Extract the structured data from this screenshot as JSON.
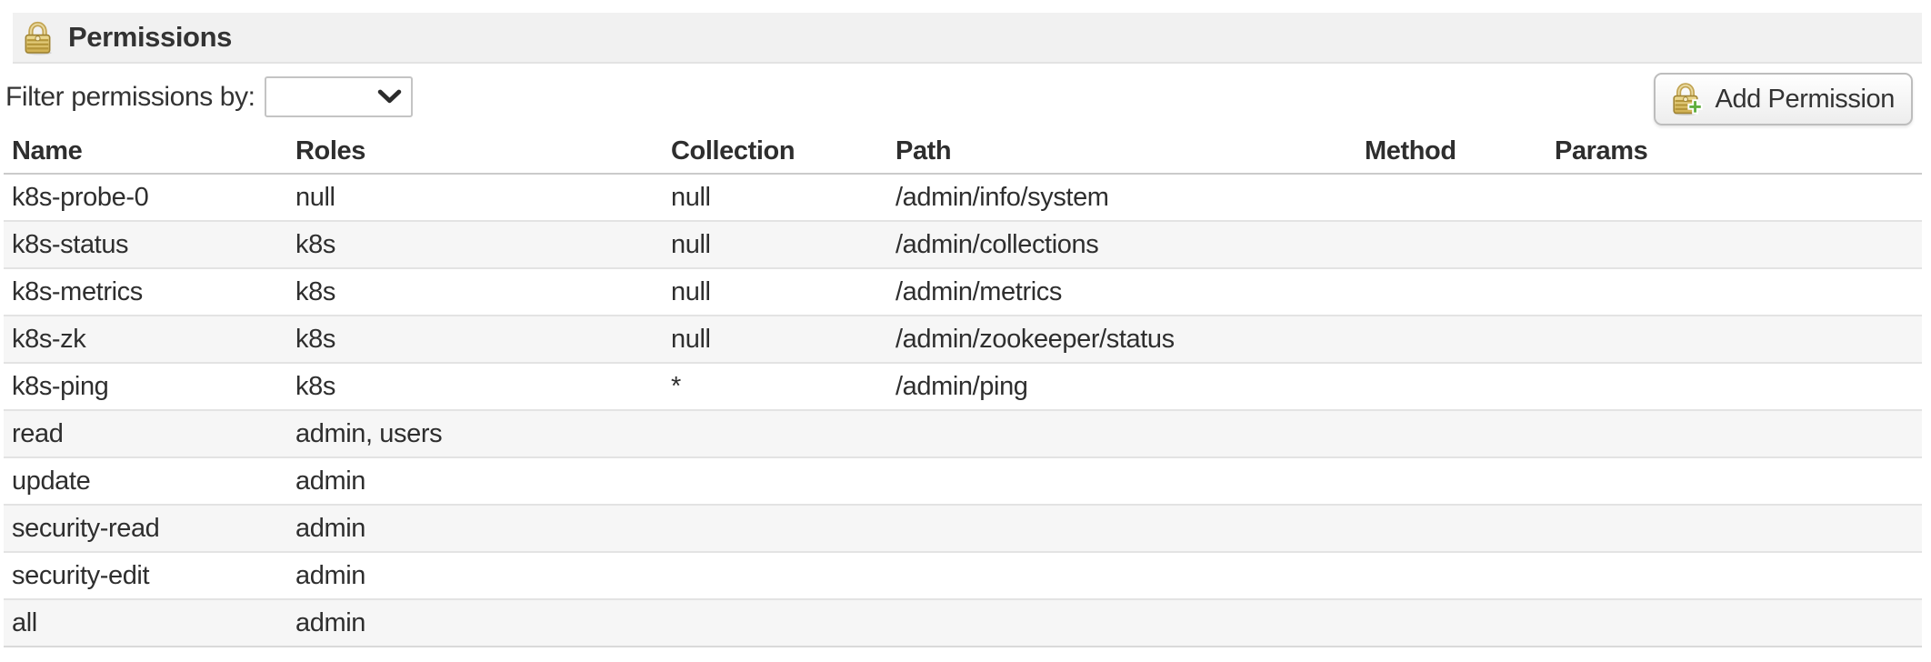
{
  "header": {
    "title": "Permissions",
    "icon": "lock-icon"
  },
  "filter": {
    "label": "Filter permissions by:",
    "selected_value": ""
  },
  "toolbar": {
    "add_button_label": "Add Permission",
    "add_button_icon": "lock-add-icon"
  },
  "table": {
    "columns": [
      "Name",
      "Roles",
      "Collection",
      "Path",
      "Method",
      "Params"
    ],
    "rows": [
      [
        "k8s-probe-0",
        "null",
        "null",
        "/admin/info/system",
        "",
        ""
      ],
      [
        "k8s-status",
        "k8s",
        "null",
        "/admin/collections",
        "",
        ""
      ],
      [
        "k8s-metrics",
        "k8s",
        "null",
        "/admin/metrics",
        "",
        ""
      ],
      [
        "k8s-zk",
        "k8s",
        "null",
        "/admin/zookeeper/status",
        "",
        ""
      ],
      [
        "k8s-ping",
        "k8s",
        "*",
        "/admin/ping",
        "",
        ""
      ],
      [
        "read",
        "admin, users",
        "",
        "",
        "",
        ""
      ],
      [
        "update",
        "admin",
        "",
        "",
        "",
        ""
      ],
      [
        "security-read",
        "admin",
        "",
        "",
        "",
        ""
      ],
      [
        "security-edit",
        "admin",
        "",
        "",
        "",
        ""
      ],
      [
        "all",
        "admin",
        "",
        "",
        "",
        ""
      ]
    ]
  },
  "colors": {
    "titlebar_bg": "#f1f1f1",
    "row_stripe": "#f6f6f6",
    "row_border": "#e3e3e3",
    "header_border": "#cbcbcb",
    "text": "#2e2e2e",
    "lock_gold": "#d2b051",
    "plus_green": "#5fae3e"
  }
}
